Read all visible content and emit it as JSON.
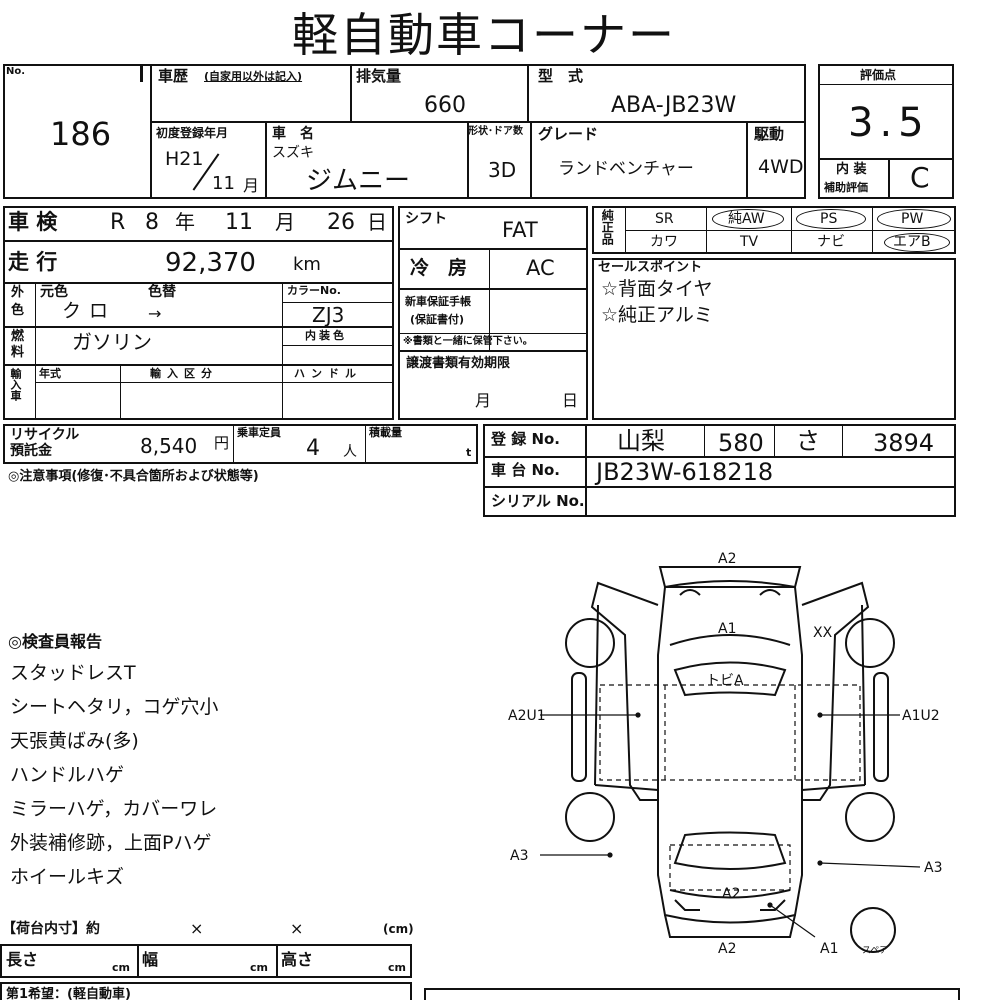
{
  "title": "軽自動車コーナー",
  "lot": {
    "label": "No.",
    "number": "186"
  },
  "history_label": "車歴",
  "history_note": "(自家用以外は記入)",
  "displacement": {
    "label": "排気量",
    "value": "660"
  },
  "model": {
    "label": "型　式",
    "value": "ABA-JB23W"
  },
  "first_reg": {
    "label": "初度登録年月",
    "year": "H21",
    "month": "11",
    "month_unit": "月"
  },
  "car_name": {
    "label": "車　名",
    "maker": "スズキ",
    "name": "ジムニー"
  },
  "body": {
    "label": "形状･ドア数",
    "value": "3D"
  },
  "grade": {
    "label": "グレード",
    "value": "ランドベンチャー"
  },
  "drive": {
    "label": "駆動",
    "value": "4WD"
  },
  "score": {
    "label": "評価点",
    "value": "3.5"
  },
  "interior_score": {
    "label1": "内 装",
    "label2": "補助評価",
    "value": "C"
  },
  "inspection": {
    "label": "車 検",
    "era": "R",
    "year": "8",
    "year_unit": "年",
    "month": "11",
    "month_unit": "月",
    "day": "26",
    "day_unit": "日"
  },
  "shift": {
    "label": "シフト",
    "value": "FAT"
  },
  "mileage": {
    "label": "走 行",
    "value": "92,370",
    "unit": "km"
  },
  "ac": {
    "label": "冷　房",
    "value": "AC"
  },
  "color": {
    "side_label1": "外",
    "side_label2": "色",
    "orig_label": "元色",
    "orig_value": "クロ",
    "change_label": "色替",
    "change_value": "→",
    "code_label": "カラーNo.",
    "code_value": "ZJ3",
    "interior_label": "内装色"
  },
  "fuel": {
    "label1": "燃",
    "label2": "料",
    "value": "ガソリン"
  },
  "warranty": {
    "label": "新車保証手帳\n(保証書付)",
    "note": "※書類と一緒に保管下さい。"
  },
  "transfer": {
    "label": "譲渡書類有効期限",
    "month": "月",
    "day": "日"
  },
  "import": {
    "side": "輸入車",
    "year_label": "年式",
    "division_label": "輸入区分",
    "handle_label": "ハンドル"
  },
  "genuine": {
    "side": "純正品",
    "items": [
      "SR",
      "純AW",
      "PS",
      "PW",
      "カワ",
      "TV",
      "ナビ",
      "エアB"
    ],
    "circled": [
      "純AW",
      "PS",
      "PW",
      "エアB"
    ]
  },
  "sales_points": {
    "label": "セールスポイント",
    "items": [
      "☆背面タイヤ",
      "☆純正アルミ"
    ]
  },
  "recycle": {
    "label1": "リサイクル",
    "label2": "預託金",
    "value": "8,540",
    "unit": "円"
  },
  "capacity": {
    "label": "乗車定員",
    "value": "4",
    "unit": "人"
  },
  "load": {
    "label": "積載量",
    "unit": "t"
  },
  "registration": {
    "label": "登 録 No.",
    "region": "山梨",
    "class": "580",
    "kana": "さ",
    "number": "3894"
  },
  "chassis": {
    "label": "車 台 No.",
    "value": "JB23W-618218"
  },
  "serial": {
    "label": "シリアル No."
  },
  "notes_label": "◎注意事項(修復･不具合箇所および状態等)",
  "inspector": {
    "label": "◎検査員報告",
    "items": [
      "スタッドレスT",
      "シートヘタリ，コゲ穴小",
      "天張黄ばみ(多)",
      "ハンドルハゲ",
      "ミラーハゲ，カバーワレ",
      "外装補修跡，上面Pハゲ",
      "ホイールキズ"
    ]
  },
  "cargo": {
    "label": "【荷台内寸】約",
    "x1": "×",
    "x2": "×",
    "unit": "(cm)",
    "length": "長さ",
    "width": "幅",
    "height": "高さ",
    "cm": "cm"
  },
  "wish": {
    "label": "第1希望：(軽自動車)"
  },
  "diagram": {
    "top": "A2",
    "hood": "A1",
    "mirror_right": "XX",
    "roof": "トビA",
    "left": "A2U1",
    "right": "A1U2",
    "left_rear": "A3",
    "right_rear": "A3",
    "rear_top": "A2",
    "rear_bottom": "A2",
    "bumper": "A1",
    "spare": "スペア"
  }
}
